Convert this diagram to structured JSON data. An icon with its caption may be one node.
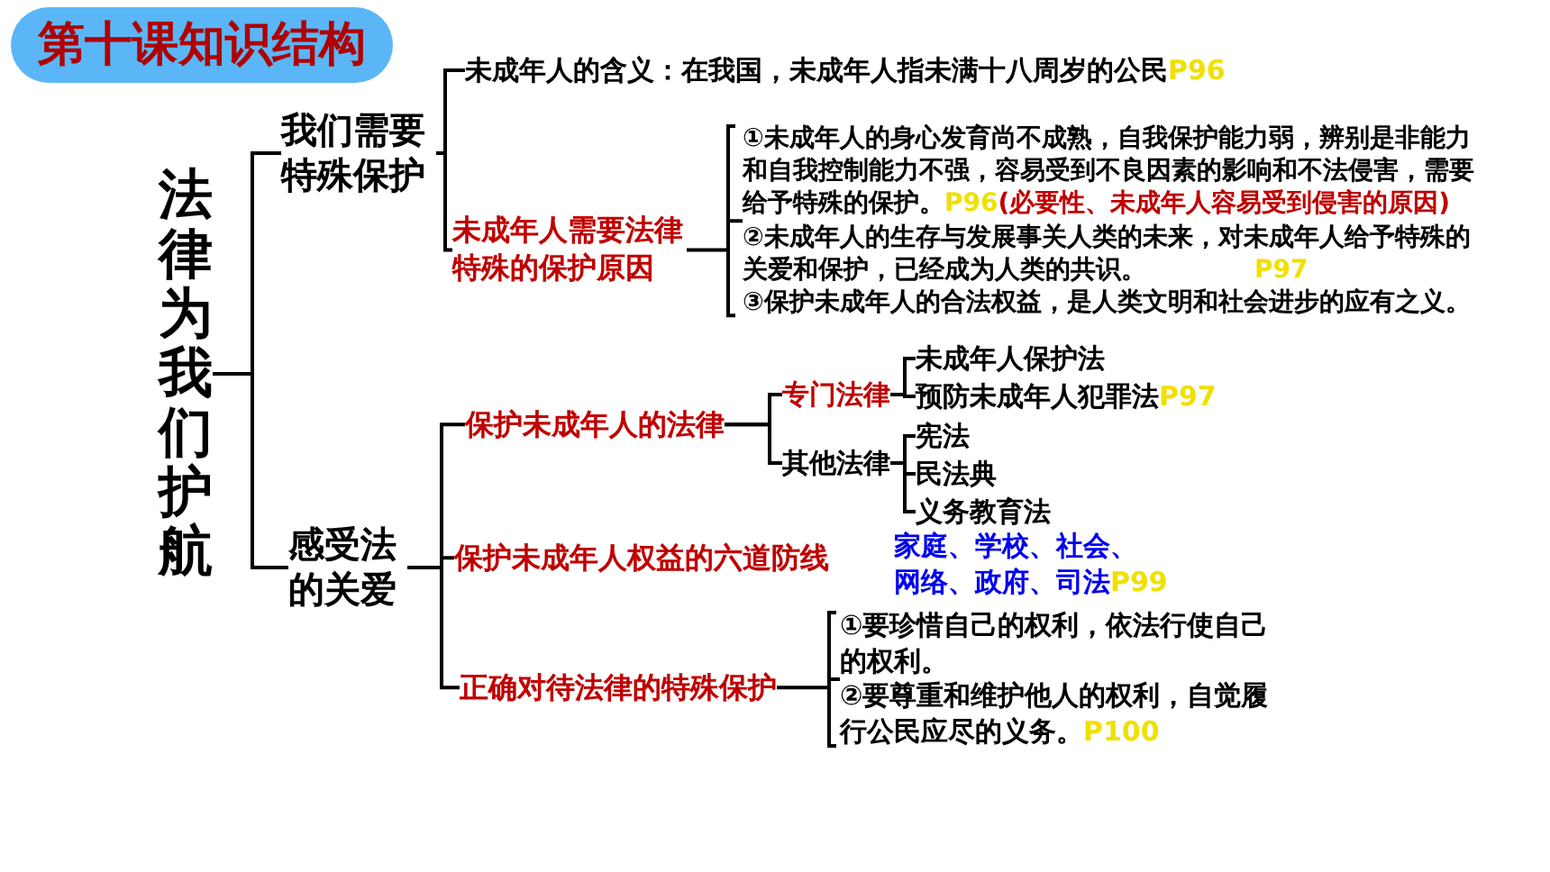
{
  "diagram": {
    "title": "第十课知识结构",
    "nodes": [
      {
        "text": [
          "法律为我们护航"
        ]
      },
      {
        "text": [
          "我们需要特殊保护"
        ]
      },
      {
        "text": [
          "感受法的关爱"
        ]
      },
      {
        "text": [
          "未成年人的含义：在我国，未成年人指未满十八周岁的公民",
          "P96"
        ]
      },
      {
        "text": [
          "未成年人需要法律特殊的保护原因"
        ]
      },
      {
        "text": [
          "①未成年人的身心发育尚不成熟，自我保护能力弱，辨别是非能力和自我控制能力不强，容易受到不良因素的影响和不法侵害，需要给予特殊的保护。",
          "P96",
          "(必要性、未成年人容易受到侵害的原因)",
          "②未成年人的生存与发展事关人类的未来，对未成年人给予特殊的关爱和保护，已经成为人类的共识。",
          "P97",
          "③保护未成年人的合法权益，是人类文明和社会进步的应有之义。"
        ]
      },
      {
        "text": [
          "保护未成年人的法律"
        ]
      },
      {
        "text": [
          "专门",
          "法律"
        ]
      },
      {
        "text": [
          "其他法律"
        ]
      },
      {
        "text": [
          "未成年人保护法"
        ]
      },
      {
        "text": [
          "预防未成年人犯罪法",
          "P97"
        ]
      },
      {
        "text": [
          "宪法"
        ]
      },
      {
        "text": [
          "民法典"
        ]
      },
      {
        "text": [
          "义务教育法"
        ]
      },
      {
        "text": [
          "保护未成年人权益的六道防线"
        ]
      },
      {
        "text": [
          "家庭、学校、社会、网络、政府、司法",
          "P99"
        ]
      },
      {
        "text": [
          "正确对待法律的特殊保护"
        ]
      },
      {
        "text": [
          "①要珍惜自己的权利，依法行使自己的权利。",
          "②要尊重和维护他人的权利，自觉履行公民应尽的义务。",
          "P100"
        ]
      }
    ],
    "edges": [
      {
        "from": 0,
        "to": 1,
        "arrow": "none"
      },
      {
        "from": 0,
        "to": 2,
        "arrow": "none"
      },
      {
        "from": 1,
        "to": 3,
        "arrow": "none"
      },
      {
        "from": 1,
        "to": 4,
        "arrow": "none"
      },
      {
        "from": 4,
        "to": 5,
        "arrow": "none"
      },
      {
        "from": 2,
        "to": 6,
        "arrow": "none"
      },
      {
        "from": 2,
        "to": 14,
        "arrow": "none"
      },
      {
        "from": 2,
        "to": 16,
        "arrow": "none"
      },
      {
        "from": 6,
        "to": 7,
        "arrow": "none"
      },
      {
        "from": 6,
        "to": 8,
        "arrow": "none"
      },
      {
        "from": 7,
        "to": 9,
        "arrow": "none"
      },
      {
        "from": 7,
        "to": 10,
        "arrow": "none"
      },
      {
        "from": 8,
        "to": 11,
        "arrow": "none"
      },
      {
        "from": 8,
        "to": 12,
        "arrow": "none"
      },
      {
        "from": 8,
        "to": 13,
        "arrow": "none"
      },
      {
        "from": 16,
        "to": 17,
        "arrow": "none"
      }
    ]
  }
}
